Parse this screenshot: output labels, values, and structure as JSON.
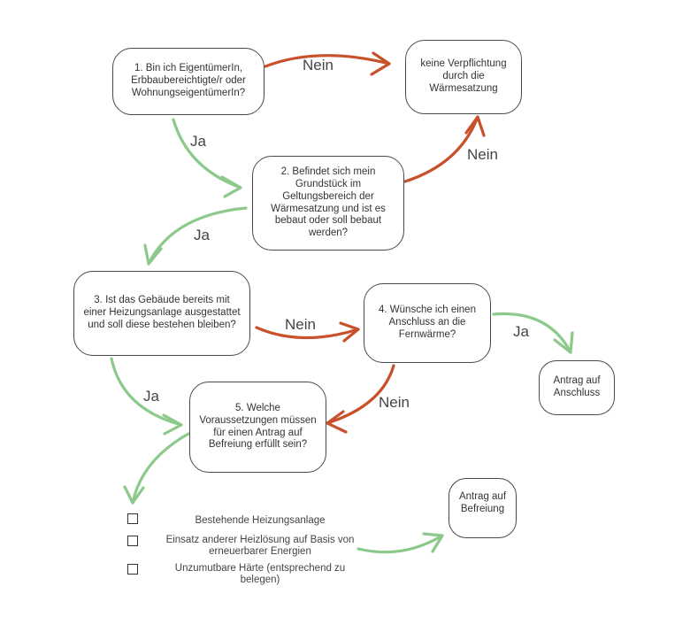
{
  "colors": {
    "yes": "#8cc98a",
    "no": "#c8502a",
    "border": "#4a4a4a"
  },
  "nodes": {
    "q1": "1. Bin ich EigentümerIn, Erbbaubereichtigte/r oder WohnungseigentümerIn?",
    "no_obligation": "keine Verpflichtung durch die Wärmesatzung",
    "q2": "2. Befindet sich mein Grundstück im Geltungsbereich der Wärmesatzung und ist es bebaut oder soll bebaut werden?",
    "q3": "3. Ist das Gebäude bereits mit einer Heizungsanlage ausgestattet und soll diese bestehen bleiben?",
    "q4": "4. Wünsche ich einen Anschluss an die Fernwärme?",
    "connection": "Antrag auf Anschluss",
    "q5": "5. Welche Voraussetzungen müssen für einen Antrag auf Befreiung erfüllt sein?",
    "exemption": "Antrag auf Befreiung"
  },
  "edge_labels": {
    "q1_no": "Nein",
    "q1_yes": "Ja",
    "q2_no": "Nein",
    "q2_yes": "Ja",
    "q3_no": "Nein",
    "q3_yes": "Ja",
    "q4_yes": "Ja",
    "q4_no": "Nein"
  },
  "checklist": [
    "Bestehende Heizungsanlage",
    "Einsatz anderer Heizlösung auf Basis von erneuerbarer Energien",
    "Unzumutbare Härte (entsprechend zu belegen)"
  ]
}
